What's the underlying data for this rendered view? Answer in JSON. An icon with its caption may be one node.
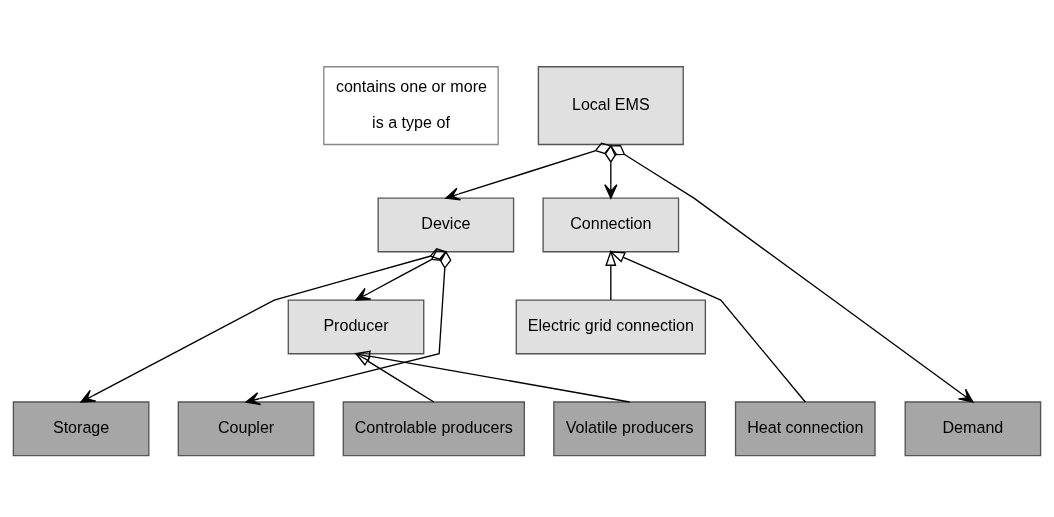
{
  "diagram": {
    "nodes": [
      {
        "text": [
          "Local EMS"
        ]
      },
      {
        "text": [
          "Device"
        ]
      },
      {
        "text": [
          "Connection"
        ]
      },
      {
        "text": [
          "Producer"
        ]
      },
      {
        "text": [
          "Electric grid connection"
        ]
      },
      {
        "text": [
          "Storage"
        ]
      },
      {
        "text": [
          "Coupler"
        ]
      },
      {
        "text": [
          "Controlable producers"
        ]
      },
      {
        "text": [
          "Volatile producers"
        ]
      },
      {
        "text": [
          "Heat connection"
        ]
      },
      {
        "text": [
          "Demand"
        ]
      }
    ],
    "edges": [
      {
        "from": 0,
        "to": 1,
        "arrow": "to"
      },
      {
        "from": 0,
        "to": 2,
        "arrow": "to"
      },
      {
        "from": 0,
        "to": 10,
        "arrow": "to"
      },
      {
        "from": 1,
        "to": 5,
        "arrow": "to"
      },
      {
        "from": 1,
        "to": 6,
        "arrow": "to"
      },
      {
        "from": 1,
        "to": 3,
        "arrow": "to"
      },
      {
        "from": 4,
        "to": 2,
        "arrow": "to"
      },
      {
        "from": 7,
        "to": 3,
        "arrow": "to"
      },
      {
        "from": 8,
        "to": 3,
        "arrow": "to"
      },
      {
        "from": 9,
        "to": 2,
        "arrow": "to"
      }
    ],
    "legend": [
      {
        "text": "contains one or more"
      },
      {
        "text": "is a type of"
      }
    ]
  }
}
